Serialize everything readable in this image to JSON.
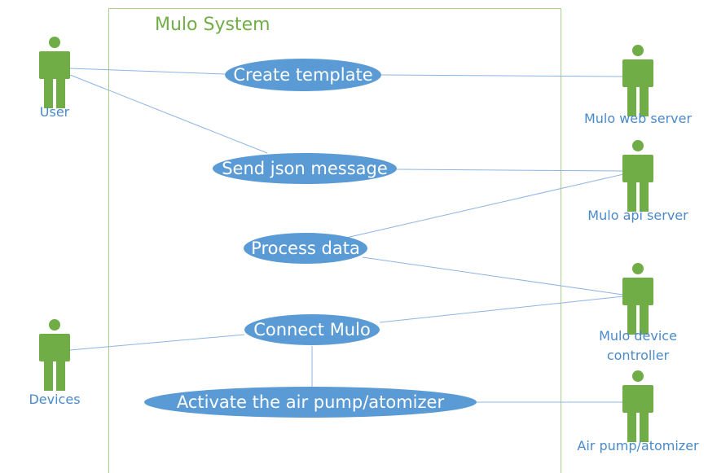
{
  "system": {
    "title": "Mulo System"
  },
  "use_cases": {
    "create_template": "Create template",
    "send_json": "Send json message",
    "process_data": "Process data",
    "connect_mulo": "Connect Mulo",
    "activate_pump": "Activate the air pump/atomizer"
  },
  "actors": {
    "user": "User",
    "devices": "Devices",
    "web_server": "Mulo web server",
    "api_server": "Mulo api server",
    "device_controller_line1": "Mulo device",
    "device_controller_line2": "controller",
    "air_pump": "Air pump/atomizer"
  },
  "colors": {
    "system_border": "#a9d08e",
    "system_title": "#70ad47",
    "use_case_fill": "#5b9bd5",
    "actor_fill": "#70ad47",
    "actor_label": "#4a8ac9",
    "association_line": "#8db4e2"
  }
}
